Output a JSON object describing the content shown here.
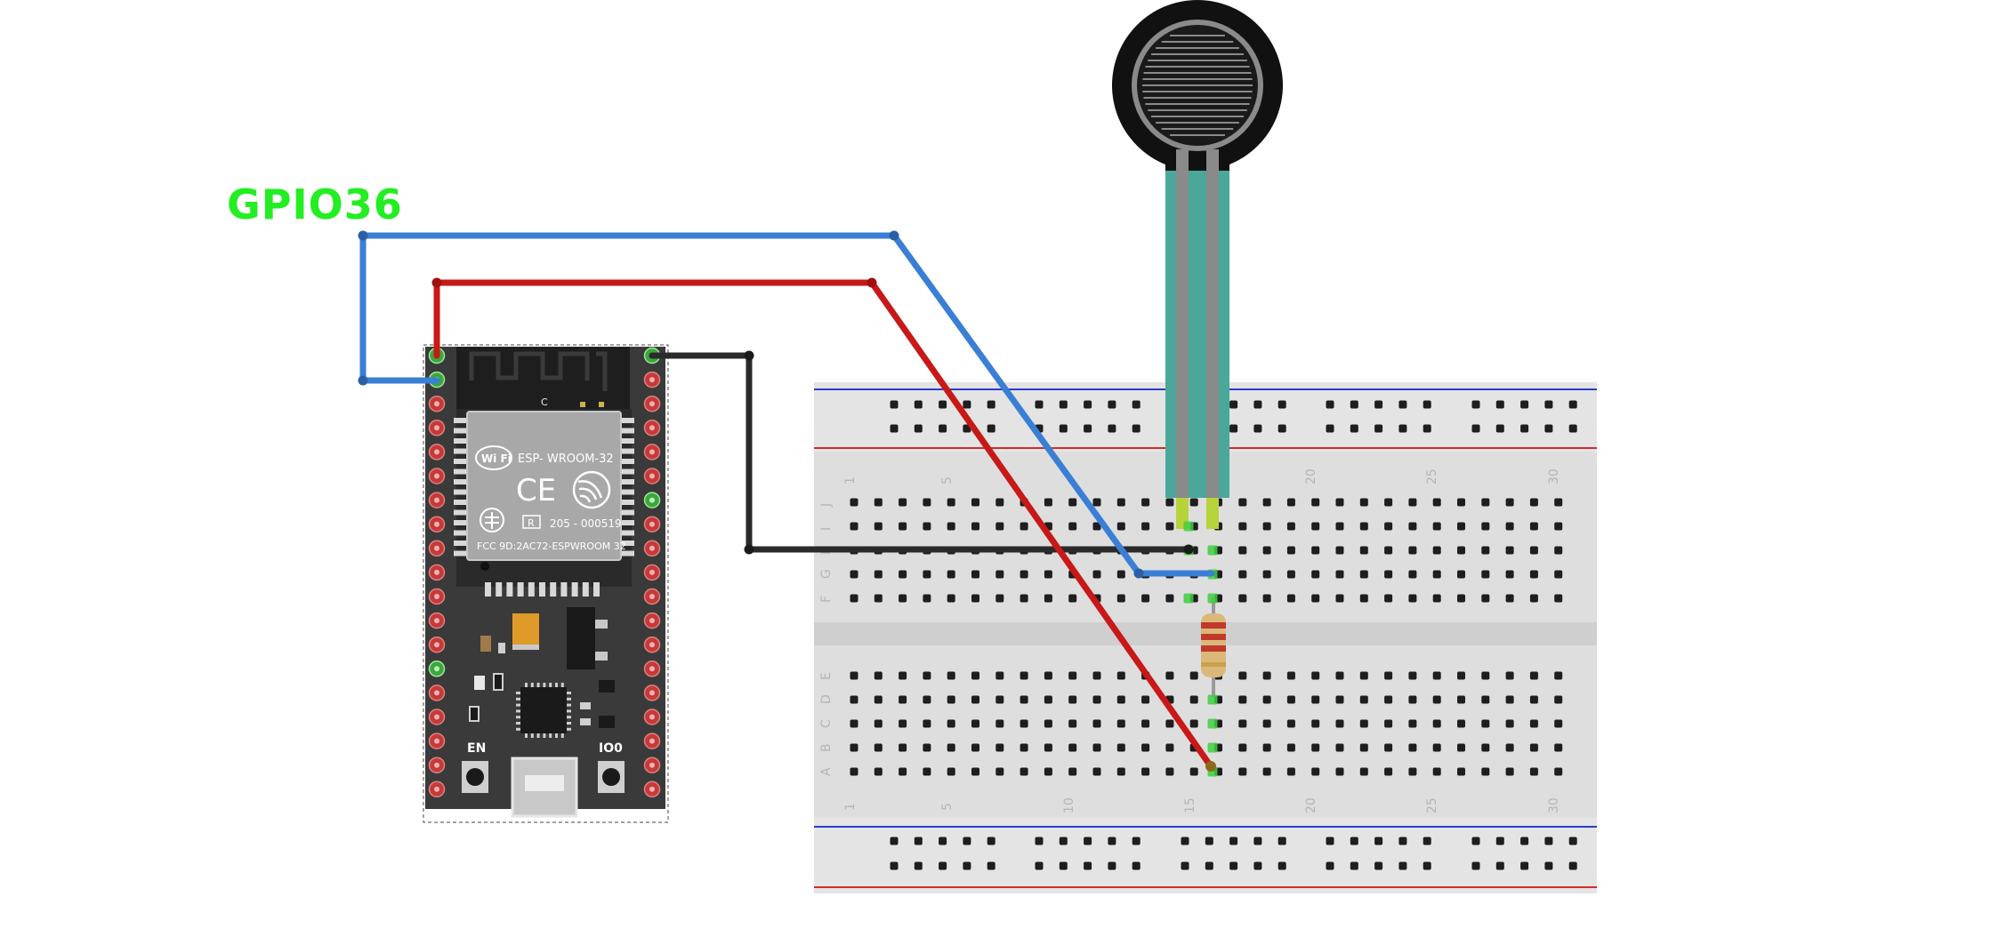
{
  "gpio_label": {
    "text": "GPIO36",
    "color": "#22ee22"
  },
  "esp32": {
    "module_name": "ESP- WROOM-32",
    "wifi_text": "Wi Fi",
    "ce_mark": "CE",
    "r_mark": "R",
    "cert_number": "205 - 000519",
    "fcc_text": "FCC 9D:2AC72-ESPWROOM 32",
    "c_mark": "C",
    "en_label": "EN",
    "io0_label": "IO0",
    "board_color": "#3a3a3a",
    "pins_per_side": 19,
    "left_connected_pins": [
      1,
      2,
      14
    ],
    "right_connected_pins": [
      1,
      7
    ]
  },
  "breadboard": {
    "row_letters_top": [
      "J",
      "I",
      "H",
      "G",
      "F"
    ],
    "row_letters_bottom": [
      "E",
      "D",
      "C",
      "B",
      "A"
    ],
    "column_numbers": [
      "1",
      "5",
      "10",
      "15",
      "20",
      "25",
      "30"
    ],
    "columns": 30,
    "power_rail_blue": "#2a3ccc",
    "power_rail_red": "#d42a2a",
    "body_color": "#dddddd"
  },
  "sensor": {
    "name": "force-sensitive-resistor",
    "tail_color": "#4aa89a"
  },
  "resistor": {
    "band_color": "#c0392b"
  },
  "wires": {
    "blue": "#3a7fd5",
    "red": "#c81818",
    "black": "#2a2a2a"
  }
}
